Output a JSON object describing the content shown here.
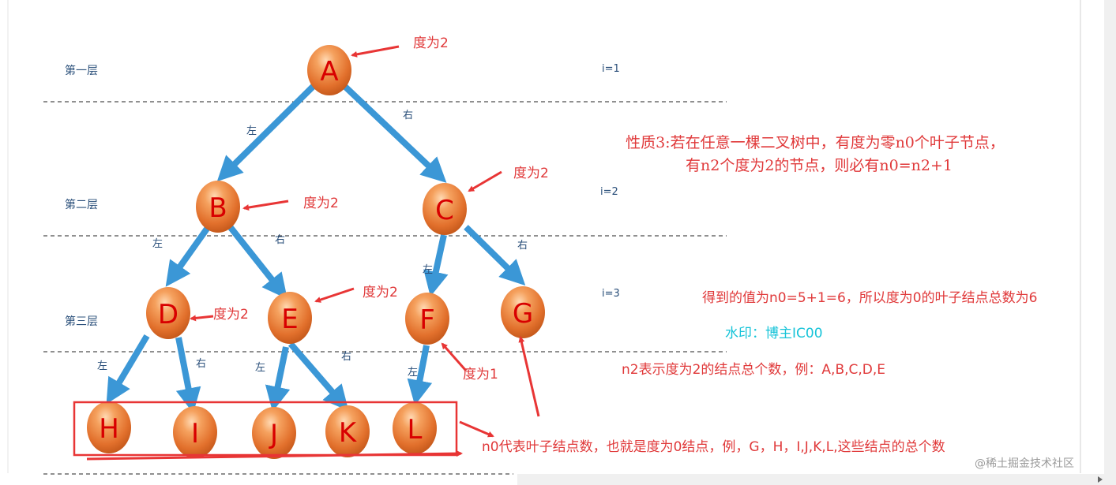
{
  "layers": [
    {
      "label": "第一层",
      "i": "i=1"
    },
    {
      "label": "第二层",
      "i": "i=2"
    },
    {
      "label": "第三层",
      "i": "i=3"
    }
  ],
  "nodes": {
    "A": "A",
    "B": "B",
    "C": "C",
    "D": "D",
    "E": "E",
    "F": "F",
    "G": "G",
    "H": "H",
    "I": "I",
    "J": "J",
    "K": "K",
    "L": "L"
  },
  "edge_labels": {
    "left": "左",
    "right": "右"
  },
  "annotations": {
    "degree_a": "度为2",
    "degree_b": "度为2",
    "degree_c": "度为2",
    "degree_d": "度为2",
    "degree_e": "度为2",
    "degree_f": "度为1"
  },
  "property": {
    "line1": "性质3:若在任意一棵二叉树中，有度为零n0个叶子节点，",
    "line2": "有n2个度为2的节点，则必有n0=n2+1"
  },
  "result_text": "得到的值为n0=5+1=6，所以度为0的叶子结点总数为6",
  "watermark_text": "水印：博主IC00",
  "n2_text": "n2表示度为2的结点总个数，例：A,B,C,D,E",
  "n0_text": "n0代表叶子结点数，也就是度为0结点，例，G，H，I,J,K,L,这些结点的总个数",
  "site_watermark": "@稀土掘金技术社区",
  "colors": {
    "edge": "#3b97d6",
    "arrow_red": "#e83535",
    "node_fill": "#e5742e",
    "box": "#e83535"
  }
}
